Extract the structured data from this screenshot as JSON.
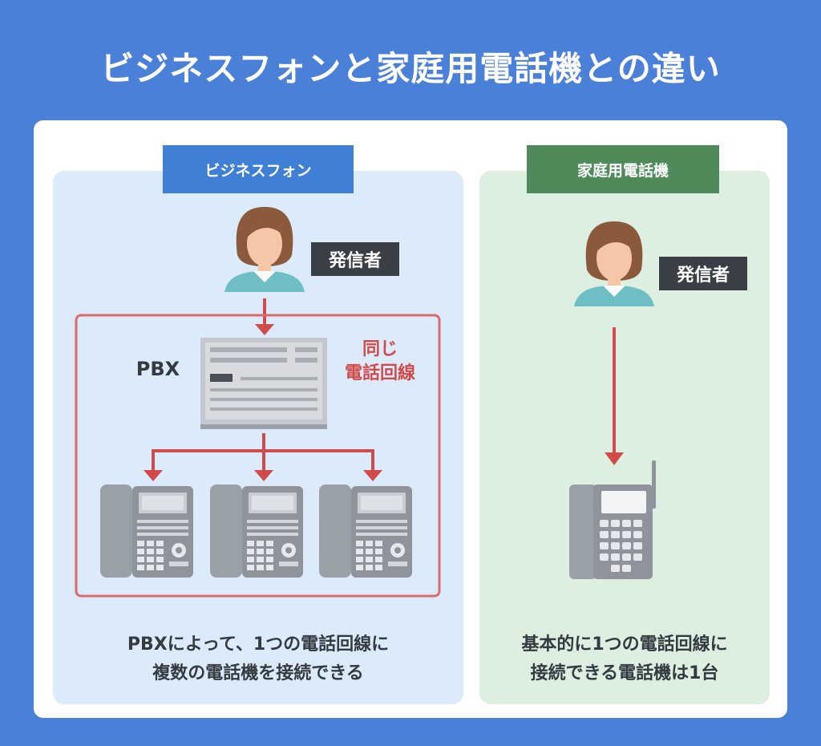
{
  "title": "ビジネスフォンと家庭用電話機との違い",
  "left": {
    "tab": "ビジネスフォン",
    "caller": "発信者",
    "pbx": "PBX",
    "same_line_1": "同じ",
    "same_line_2": "電話回線",
    "caption_1": "PBXによって、1つの電話回線に",
    "caption_2": "複数の電話機を接続できる"
  },
  "right": {
    "tab": "家庭用電話機",
    "caller": "発信者",
    "caption_1": "基本的に1つの電話回線に",
    "caption_2": "接続できる電話機は1台"
  },
  "colors": {
    "background": "#4a80d8",
    "business_tab": "#3f7fd6",
    "home_tab": "#4f8a5a",
    "arrow": "#d14b4b",
    "device": "#8f939c"
  }
}
